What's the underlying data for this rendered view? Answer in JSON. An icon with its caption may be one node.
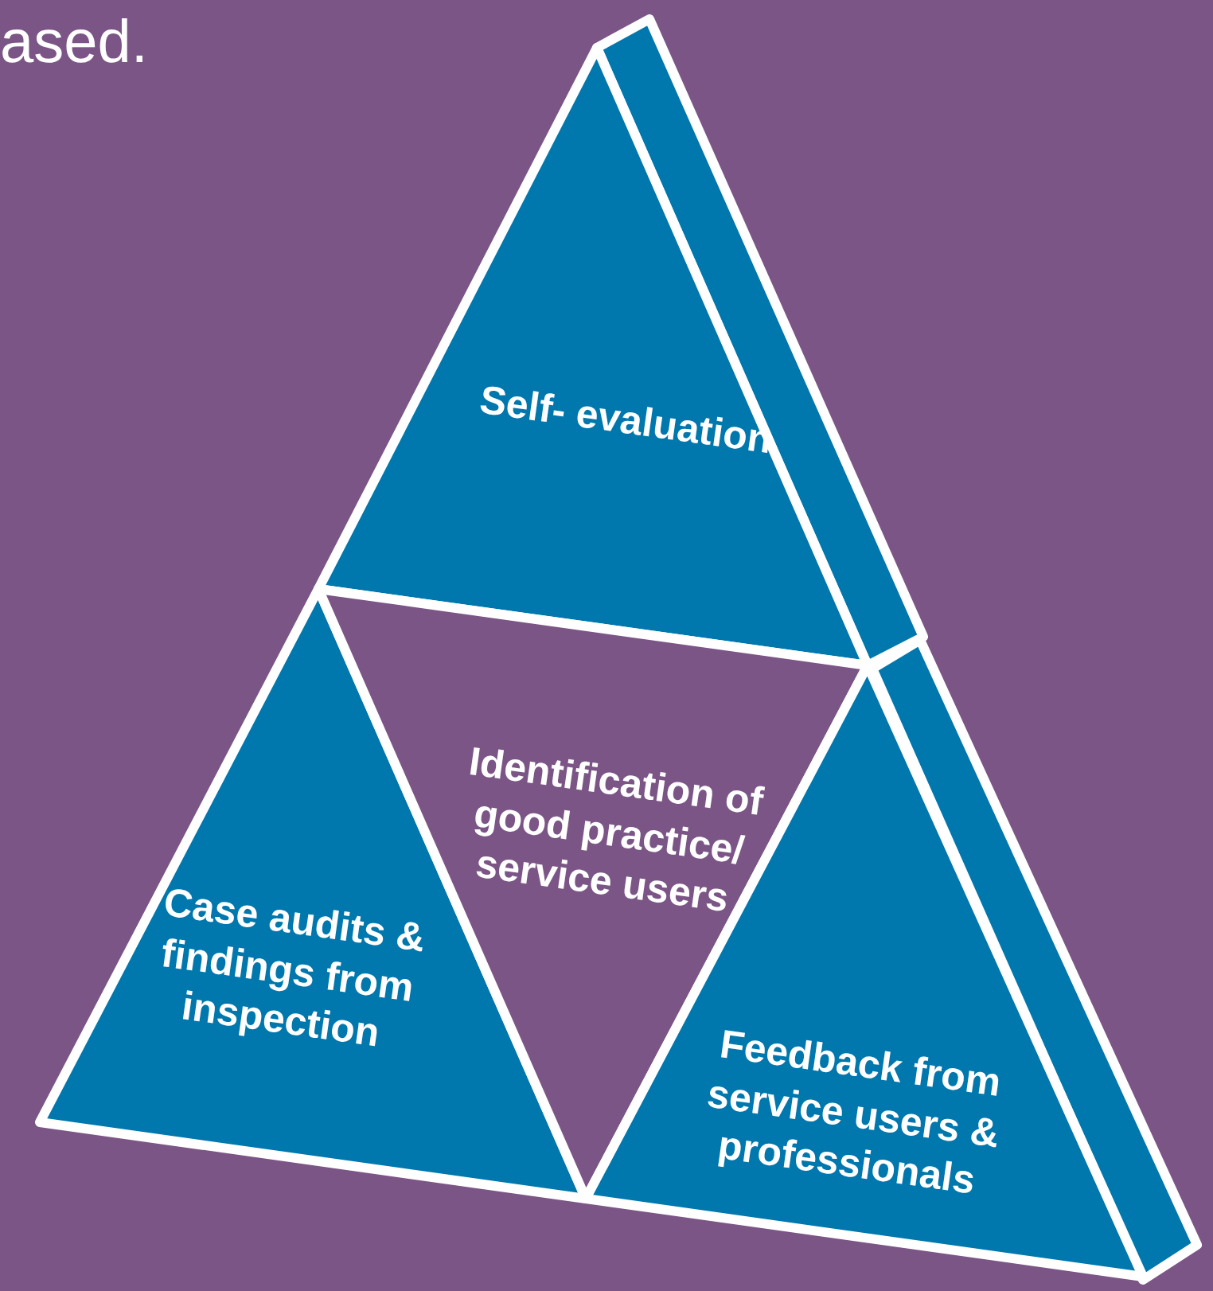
{
  "diagram": {
    "nodes": [
      {
        "text": [
          "Self- evaluation"
        ]
      },
      {
        "text": [
          "Case audits & findings from inspection"
        ]
      },
      {
        "text": [
          "Identification of good practice/ service users"
        ]
      },
      {
        "text": [
          "Feedback from service users & professionals"
        ]
      }
    ],
    "labels": [
      "ased."
    ]
  }
}
